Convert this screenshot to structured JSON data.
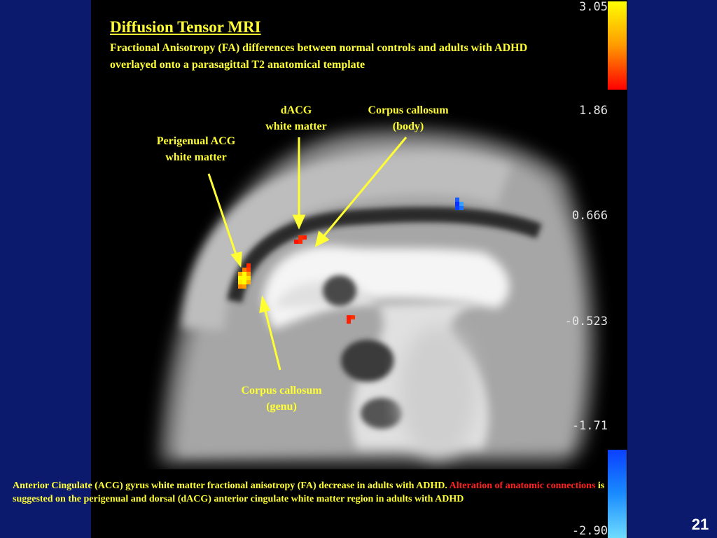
{
  "title": "Diffusion Tensor MRI",
  "subtitle": "Fractional Anisotropy (FA) differences between normal controls and adults with ADHD overlayed onto a parasagittal T2 anatomical template",
  "labels": {
    "dacg": "dACG\nwhite matter",
    "corpus_callosum_body": "Corpus callosum\n(body)",
    "perigenual_acg": "Perigenual ACG\nwhite matter",
    "corpus_callosum_genu": "Corpus callosum\n(genu)"
  },
  "scale": {
    "ticks": [
      "3.05",
      "1.86",
      "0.666",
      "-0.523",
      "-1.71",
      "-2.90"
    ],
    "positive_colors": [
      "#ffff00",
      "#ff9a00",
      "#ff0000"
    ],
    "negative_colors": [
      "#0a40ff",
      "#1a8cff",
      "#6fdcff"
    ]
  },
  "caption": {
    "part1": "Anterior Cingulate (ACG) gyrus white matter fractional anisotropy (FA) decrease in adults with ADHD.",
    "highlight": "Alteration of anatomic connections",
    "part2": "is suggested on the perigenual and dorsal (dACG) anterior cingulate white matter region in adults with ADHD"
  },
  "slide_number": "21",
  "colors": {
    "background": "#0c1a6e",
    "text": "#ffff33",
    "arrow": "#ffff33",
    "highlight": "#ff2020"
  }
}
